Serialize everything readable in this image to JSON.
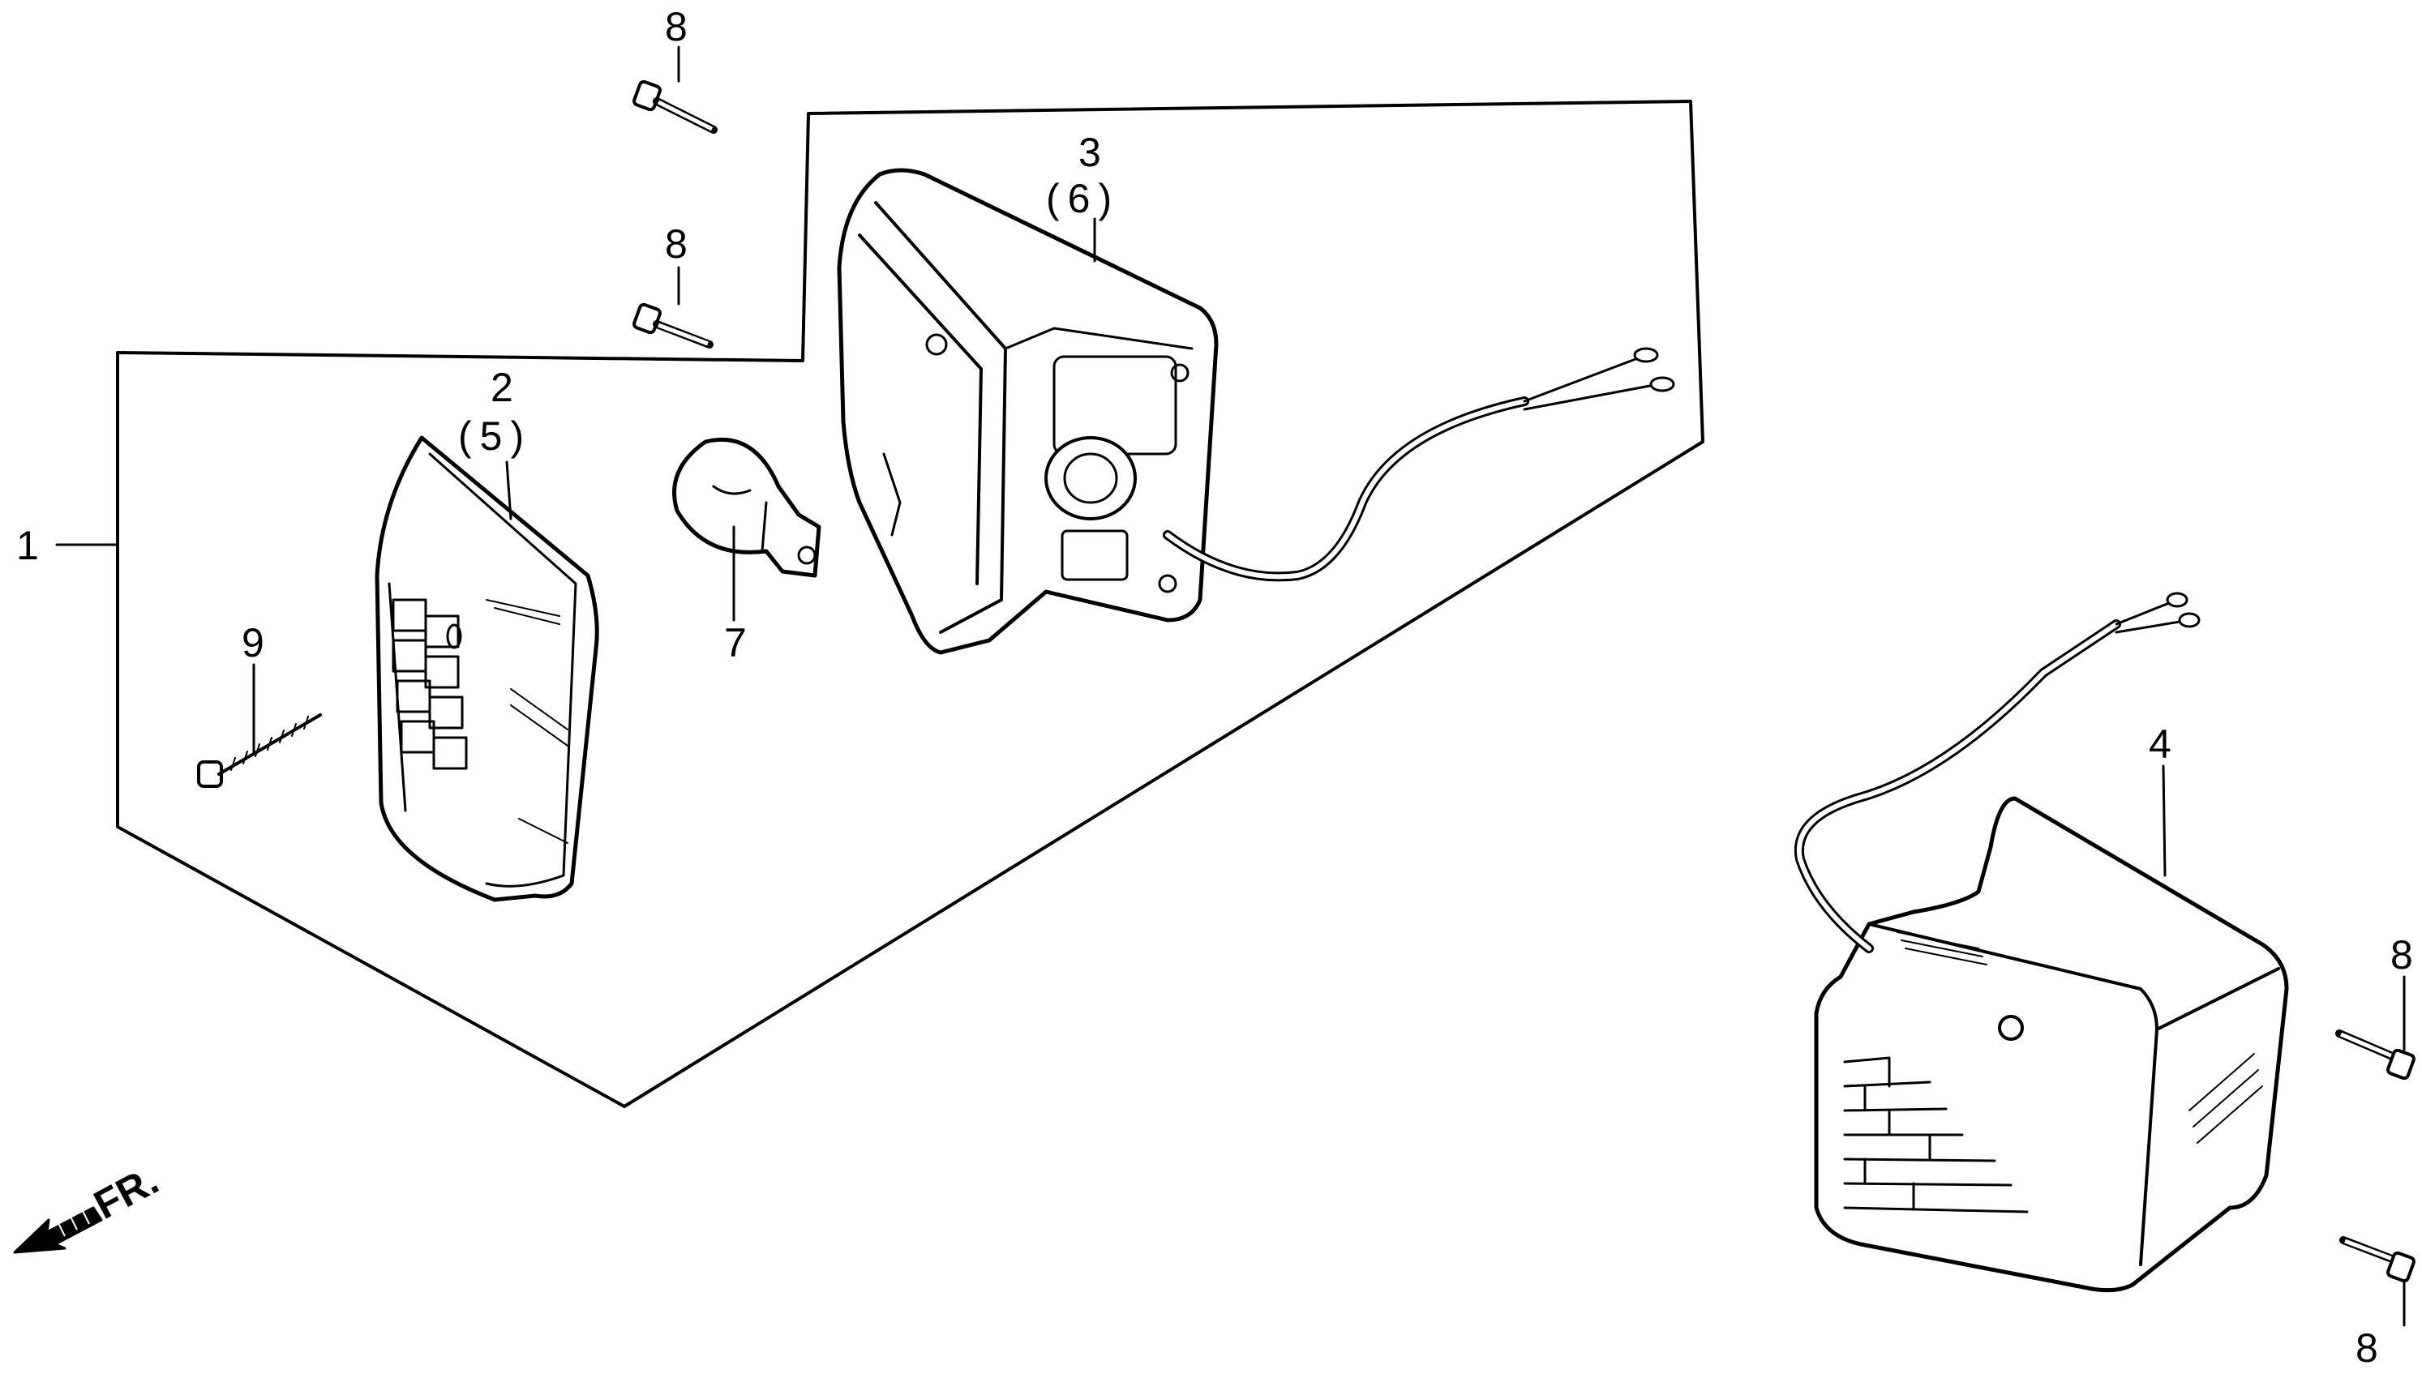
{
  "diagram": {
    "callouts": {
      "assembly": "1",
      "lens_front": "2",
      "lens_front_alt": "(5)",
      "housing": "3",
      "housing_alt": "(6)",
      "lamp_unit_rear": "4",
      "bulb": "7",
      "screw_top_1": "8",
      "screw_top_2": "8",
      "screw_right_1": "8",
      "screw_right_2": "8",
      "tapping_screw": "9"
    },
    "direction_marker": "FR."
  }
}
